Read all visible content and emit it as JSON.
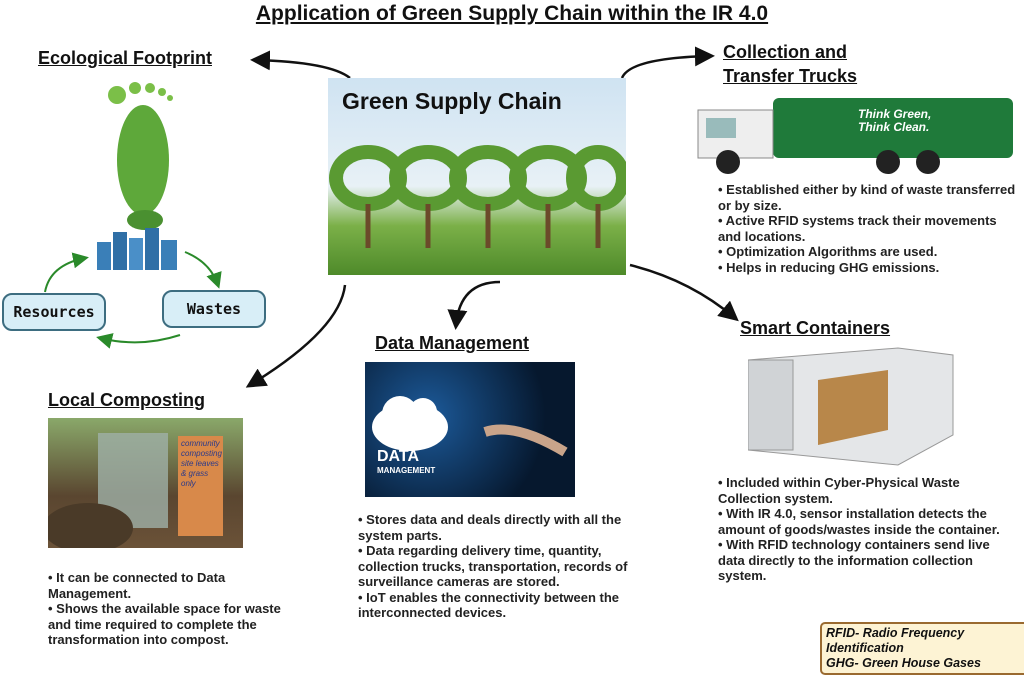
{
  "title": "Application of Green Supply Chain within the IR 4.0",
  "center": {
    "label": "Green Supply Chain"
  },
  "ecological": {
    "heading": "Ecological Footprint",
    "resources": "Resources",
    "wastes": "Wastes"
  },
  "trucks": {
    "heading_line1": "Collection and",
    "heading_line2": "Transfer Trucks",
    "truck_text_1": "Think Green,",
    "truck_text_2": "Think Clean.",
    "bullets": [
      "• Established either by kind of waste transferred or by size.",
      "• Active RFID systems track their movements and locations.",
      "• Optimization Algorithms are used.",
      "• Helps in reducing GHG emissions."
    ]
  },
  "containers": {
    "heading": "Smart Containers",
    "bullets": [
      "• Included within Cyber-Physical Waste Collection system.",
      "• With IR 4.0, sensor installation detects the amount of goods/wastes inside the container.",
      "• With RFID technology containers send live data directly to the information collection system."
    ]
  },
  "data_mgmt": {
    "heading": "Data Management",
    "image_label_1": "DATA",
    "image_label_2": "MANAGEMENT",
    "bullets": [
      "• Stores data and deals directly with all the system parts.",
      "• Data regarding delivery time, quantity, collection trucks, transportation, records of surveillance cameras are stored.",
      "• IoT enables the connectivity between the interconnected devices."
    ]
  },
  "composting": {
    "heading": "Local Composting",
    "sign_text": "community composting site leaves & grass only",
    "bullets": [
      "• It can be connected to Data Management.",
      "• Shows the available space for waste and time required to complete the transformation into compost."
    ]
  },
  "legend": {
    "lines": [
      "RFID- Radio Frequency",
      "Identification",
      "GHG- Green House Gases"
    ]
  }
}
